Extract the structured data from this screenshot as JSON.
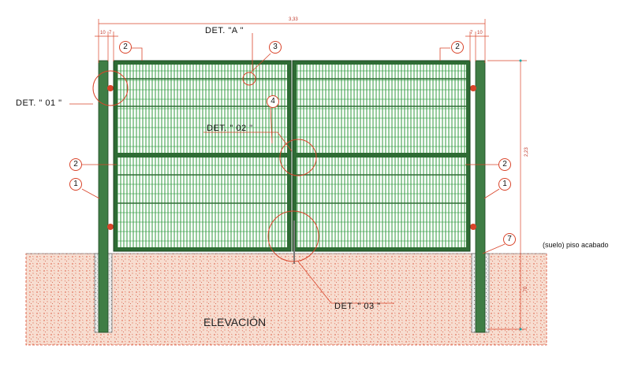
{
  "drawing": {
    "overall_width": "3,33",
    "height_dim": "2,23",
    "foundation_dim": ".70",
    "edge_dims_left": [
      "10",
      "7"
    ],
    "edge_dims_right": [
      "7",
      "10"
    ],
    "title": "ELEVACIÓN",
    "floor_note": "(suelo) piso acabado"
  },
  "details": {
    "det_a": "DET. \"A \"",
    "det_01": "DET. \" 01 \"",
    "det_02": "DET. \" 02 \"",
    "det_03": "DET. \" 03 \""
  },
  "callouts": {
    "c1_left": "1",
    "c1_right": "1",
    "c2_top_left": "2",
    "c2_top_right": "2",
    "c2_mid_left": "2",
    "c2_mid_right": "2",
    "c3": "3",
    "c4": "4",
    "c7": "7"
  },
  "colors": {
    "frame": "#2e6b34",
    "mesh": "#2f9a3e",
    "soil": "#f0c8b0",
    "red": "#d9442a"
  }
}
